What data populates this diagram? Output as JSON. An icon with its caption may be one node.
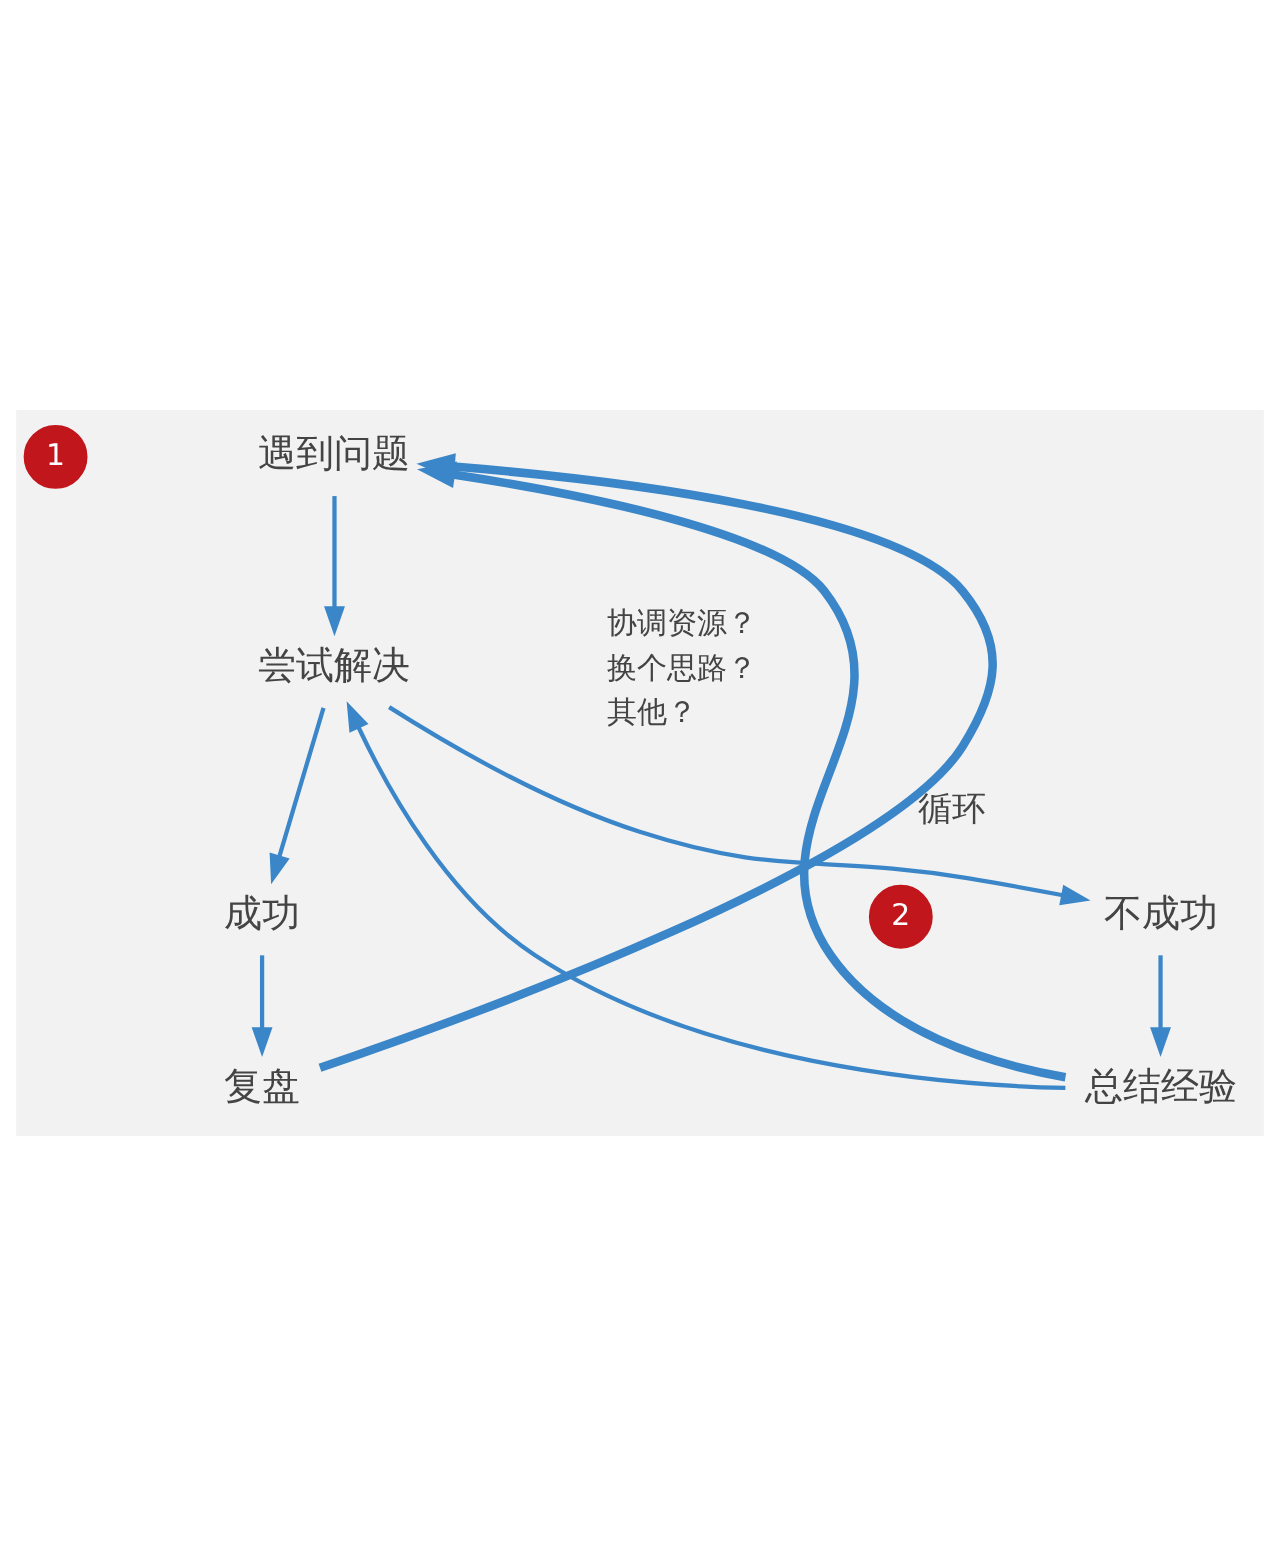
{
  "diagram": {
    "nodes": [
      {
        "text": [
          "遇到问题"
        ]
      },
      {
        "text": [
          "尝试解决"
        ],
        "beside": [
          "协调资源？",
          "换个思路？",
          "其他？"
        ]
      },
      {
        "text": [
          "不成功"
        ]
      },
      {
        "text": [
          "成功"
        ]
      },
      {
        "text": [
          "总结经验"
        ]
      },
      {
        "text": [
          "复盘"
        ]
      }
    ],
    "edges": [
      {
        "from": 0,
        "to": 1,
        "arrow": "to"
      },
      {
        "from": 1,
        "to": 2,
        "arrow": "to"
      },
      {
        "from": 1,
        "to": 3,
        "arrow": "to"
      },
      {
        "from": 2,
        "to": 4,
        "arrow": "to"
      },
      {
        "from": 3,
        "to": 5,
        "arrow": "to"
      },
      {
        "from": 4,
        "to": 1,
        "arrow": "to"
      },
      {
        "from": 4,
        "to": 0,
        "arrow": "to",
        "style": "thick"
      },
      {
        "from": 5,
        "to": 0,
        "arrow": "to",
        "style": "thick",
        "label": "循环"
      }
    ],
    "labels": [
      "1",
      "2"
    ]
  }
}
